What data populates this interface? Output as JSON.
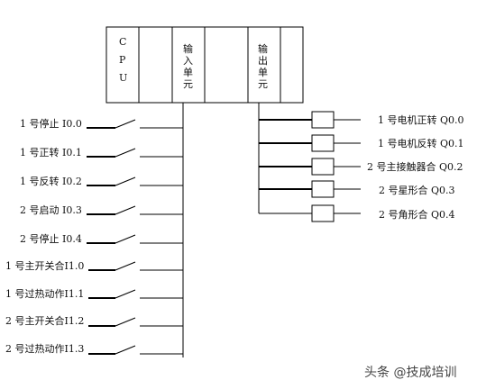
{
  "plc": {
    "cpu_letters": [
      "C",
      "P",
      "U"
    ],
    "input_unit_chars": [
      "输",
      "入",
      "单",
      "元"
    ],
    "output_unit_chars": [
      "输",
      "出",
      "单",
      "元"
    ]
  },
  "inputs": [
    "1 号停止 I0.0",
    "1 号正转 I0.1",
    "1 号反转 I0.2",
    "2 号启动 I0.3",
    "2 号停止 I0.4",
    "1 号主开关合I1.0",
    "1 号过热动作I1.1",
    "2 号主开关合I1.2",
    "2 号过热动作I1.3"
  ],
  "outputs": [
    "1 号电机正转 Q0.0",
    "1 号电机反转 Q0.1",
    "2 号主接触器合 Q0.2",
    "2 号星形合 Q0.3",
    "2 号角形合 Q0.4"
  ],
  "watermark": "头条 @技成培训"
}
